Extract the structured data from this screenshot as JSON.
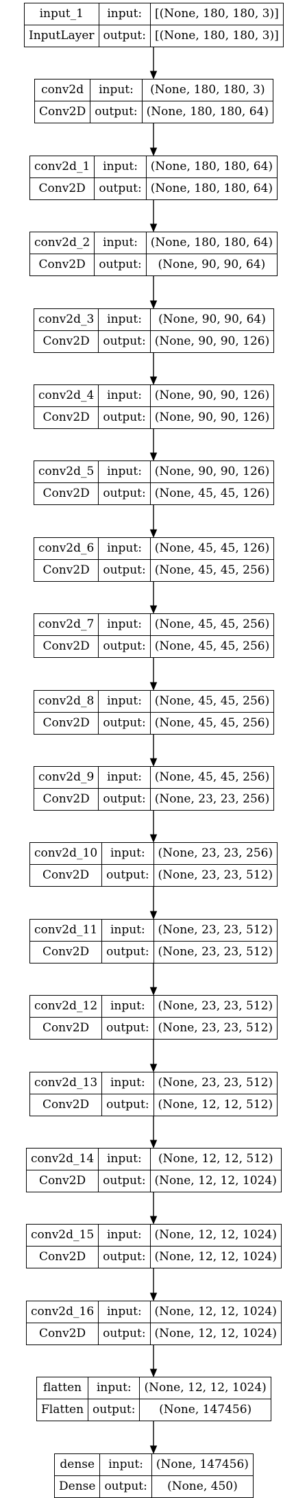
{
  "diagram": {
    "input_label": "input:",
    "output_label": "output:",
    "layers": [
      {
        "name": "input_1",
        "type": "InputLayer",
        "input": "[(None, 180, 180, 3)]",
        "output": "[(None, 180, 180, 3)]"
      },
      {
        "name": "conv2d",
        "type": "Conv2D",
        "input": "(None, 180, 180, 3)",
        "output": "(None, 180, 180, 64)"
      },
      {
        "name": "conv2d_1",
        "type": "Conv2D",
        "input": "(None, 180, 180, 64)",
        "output": "(None, 180, 180, 64)"
      },
      {
        "name": "conv2d_2",
        "type": "Conv2D",
        "input": "(None, 180, 180, 64)",
        "output": "(None, 90, 90, 64)"
      },
      {
        "name": "conv2d_3",
        "type": "Conv2D",
        "input": "(None, 90, 90, 64)",
        "output": "(None, 90, 90, 126)"
      },
      {
        "name": "conv2d_4",
        "type": "Conv2D",
        "input": "(None, 90, 90, 126)",
        "output": "(None, 90, 90, 126)"
      },
      {
        "name": "conv2d_5",
        "type": "Conv2D",
        "input": "(None, 90, 90, 126)",
        "output": "(None, 45, 45, 126)"
      },
      {
        "name": "conv2d_6",
        "type": "Conv2D",
        "input": "(None, 45, 45, 126)",
        "output": "(None, 45, 45, 256)"
      },
      {
        "name": "conv2d_7",
        "type": "Conv2D",
        "input": "(None, 45, 45, 256)",
        "output": "(None, 45, 45, 256)"
      },
      {
        "name": "conv2d_8",
        "type": "Conv2D",
        "input": "(None, 45, 45, 256)",
        "output": "(None, 45, 45, 256)"
      },
      {
        "name": "conv2d_9",
        "type": "Conv2D",
        "input": "(None, 45, 45, 256)",
        "output": "(None, 23, 23, 256)"
      },
      {
        "name": "conv2d_10",
        "type": "Conv2D",
        "input": "(None, 23, 23, 256)",
        "output": "(None, 23, 23, 512)"
      },
      {
        "name": "conv2d_11",
        "type": "Conv2D",
        "input": "(None, 23, 23, 512)",
        "output": "(None, 23, 23, 512)"
      },
      {
        "name": "conv2d_12",
        "type": "Conv2D",
        "input": "(None, 23, 23, 512)",
        "output": "(None, 23, 23, 512)"
      },
      {
        "name": "conv2d_13",
        "type": "Conv2D",
        "input": "(None, 23, 23, 512)",
        "output": "(None, 12, 12, 512)"
      },
      {
        "name": "conv2d_14",
        "type": "Conv2D",
        "input": "(None, 12, 12, 512)",
        "output": "(None, 12, 12, 1024)"
      },
      {
        "name": "conv2d_15",
        "type": "Conv2D",
        "input": "(None, 12, 12, 1024)",
        "output": "(None, 12, 12, 1024)"
      },
      {
        "name": "conv2d_16",
        "type": "Conv2D",
        "input": "(None, 12, 12, 1024)",
        "output": "(None, 12, 12, 1024)"
      },
      {
        "name": "flatten",
        "type": "Flatten",
        "input": "(None, 12, 12, 1024)",
        "output": "(None, 147456)"
      },
      {
        "name": "dense",
        "type": "Dense",
        "input": "(None, 147456)",
        "output": "(None, 450)"
      }
    ]
  }
}
